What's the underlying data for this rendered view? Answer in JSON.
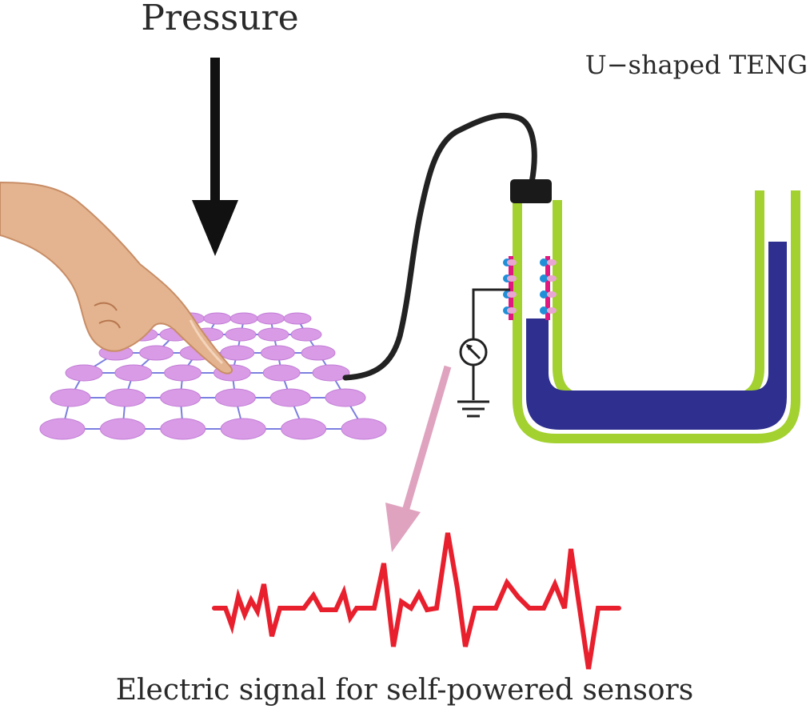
{
  "labels": {
    "pressure": "Pressure",
    "teng": "U−shaped TENG",
    "signal": "Electric signal for self-powered sensors"
  },
  "colors": {
    "node": "#d99ae6",
    "node_edge": "#c27fd6",
    "grid_line": "#7b7fe0",
    "tube_outer": "#a3d12f",
    "liquid": "#2e2f8f",
    "signal": "#e8202e",
    "pink_arrow": "#dfa3bf",
    "wire": "#222222",
    "charge_pink": "#e0187f",
    "charge_blue": "#1f8fd8"
  },
  "icons": [
    "pressure-arrow-icon",
    "hand-icon",
    "electrometer-icon",
    "ground-icon"
  ]
}
